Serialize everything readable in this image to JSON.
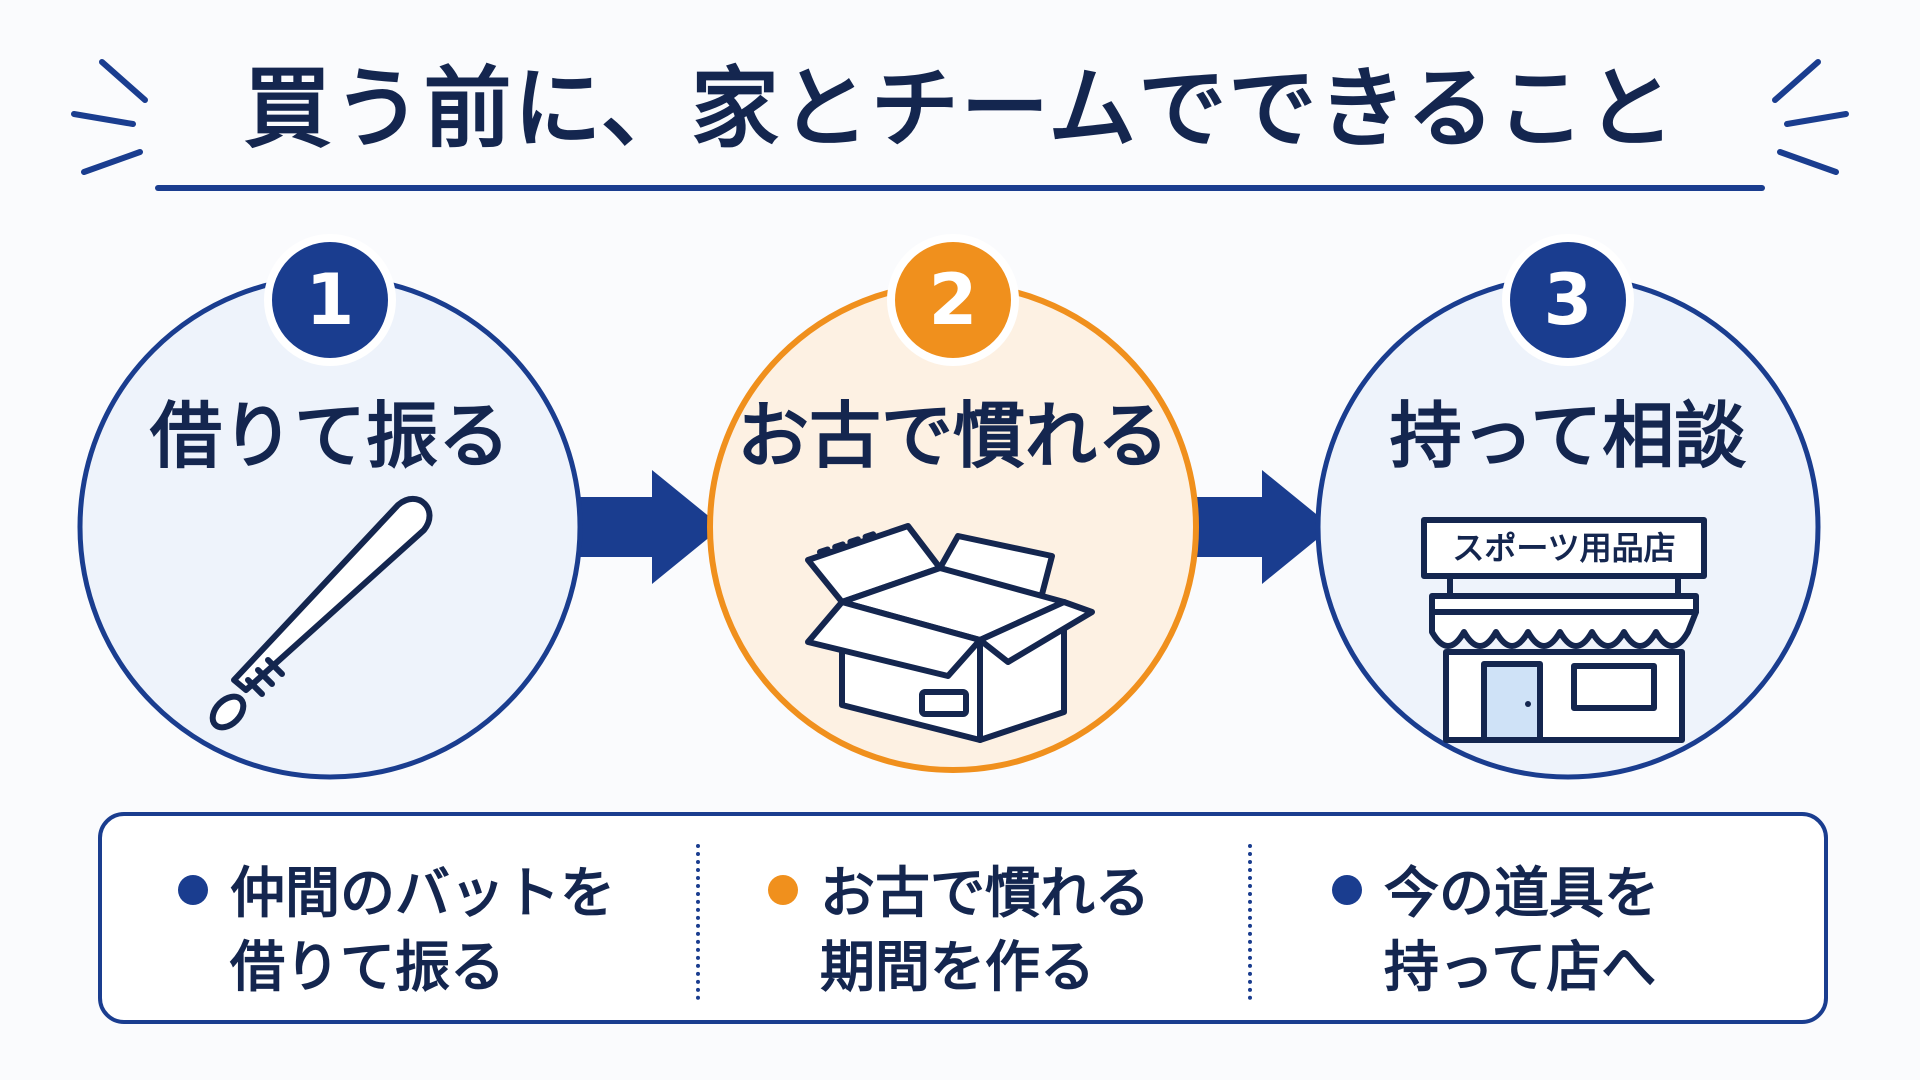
{
  "title": "買う前に、家とチームでできること",
  "colors": {
    "navy": "#1a3d8f",
    "orange": "#f0901d",
    "text": "#14264f",
    "circle_fill_blue": "#eef3fb",
    "circle_fill_orange": "#fdf1e3",
    "door_fill": "#cfe2f7"
  },
  "steps": [
    {
      "number": "1",
      "title": "借りて振る",
      "icon": "baseball-bat-icon",
      "accent": "#1a3d8f"
    },
    {
      "number": "2",
      "title": "お古で慣れる",
      "icon": "open-box-icon",
      "accent": "#f0901d"
    },
    {
      "number": "3",
      "title": "持って相談",
      "icon": "sports-store-icon",
      "accent": "#1a3d8f",
      "sign_text": "スポーツ用品店"
    }
  ],
  "tips": [
    {
      "line1": "仲間のバットを",
      "line2": "借りて振る",
      "dot_color": "#1a3d8f"
    },
    {
      "line1": "お古で慣れる",
      "line2": "期間を作る",
      "dot_color": "#f0901d"
    },
    {
      "line1": "今の道具を",
      "line2": "持って店へ",
      "dot_color": "#1a3d8f"
    }
  ]
}
